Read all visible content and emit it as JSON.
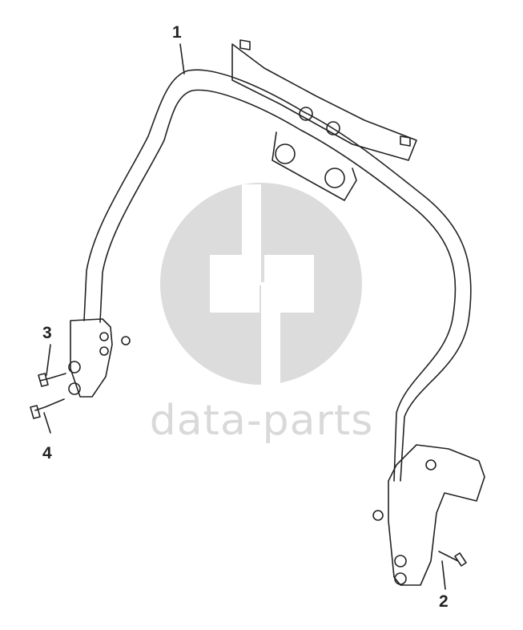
{
  "callouts": {
    "part_1": "1",
    "part_2": "2",
    "part_3": "3",
    "part_4": "4"
  },
  "watermark": {
    "brand": "data-parts",
    "color": "#d9d9d9"
  },
  "colors": {
    "line": "#222222",
    "background": "#ffffff"
  }
}
